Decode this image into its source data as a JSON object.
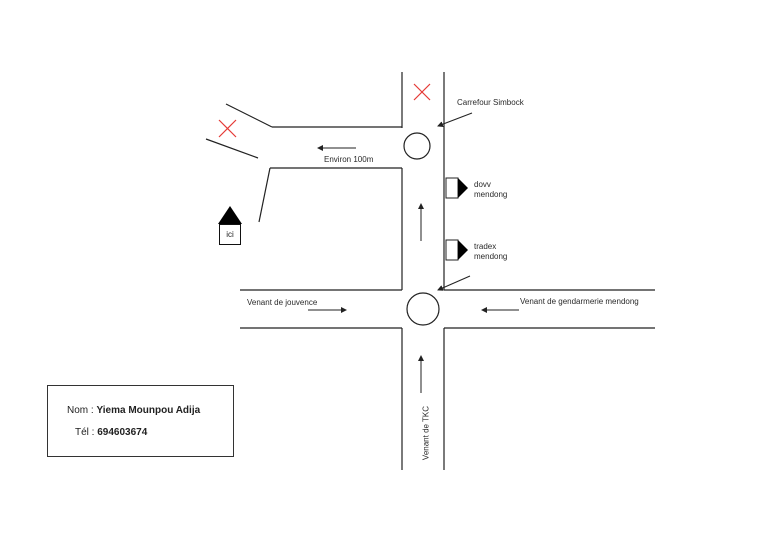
{
  "labels": {
    "carrefour": "Carrefour Simbock",
    "distance": "Environ 100m",
    "dovv": "dovv\nmendong",
    "tradex": "tradex\nmendong",
    "jouvence": "Venant de jouvence",
    "gendarmerie": "Venant de gendarmerie mendong",
    "tkc": "Venant de TKC",
    "ici": "ici"
  },
  "contact": {
    "nom_label": "Nom :",
    "nom_value": "Yiema Mounpou Adija",
    "tel_label": "Tél :",
    "tel_value": "694603674"
  },
  "colors": {
    "line": "#222222",
    "cross": "#e53935",
    "fill": "#000000"
  },
  "icons": {
    "cross": "x-mark-icon",
    "house": "house-icon",
    "station": "station-flag-icon",
    "arrow": "arrow-icon",
    "roundabout": "roundabout-icon"
  }
}
